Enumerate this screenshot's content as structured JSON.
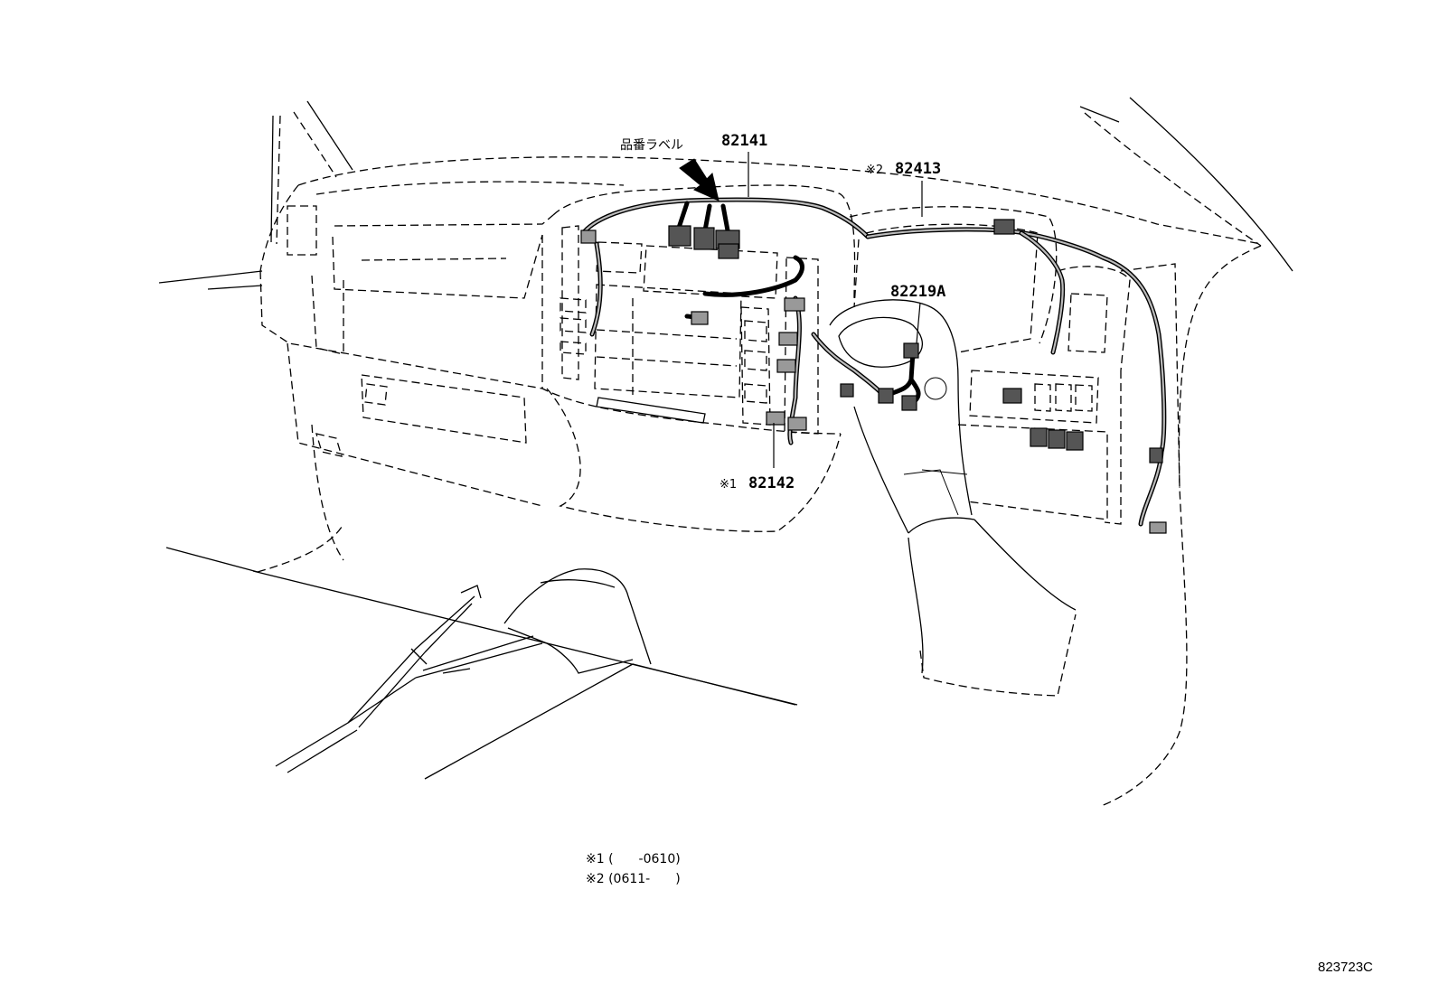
{
  "callouts": {
    "part_label_jp": "品番ラベル",
    "main_harness": "82141",
    "sub_harness_note": "※1",
    "sub_harness": "82142",
    "upper_harness_note": "※2",
    "upper_harness": "82413",
    "column_harness": "82219A"
  },
  "footnotes": {
    "note1": "※1 (　　-0610)",
    "note2": "※2 (0611-　　)"
  },
  "figure_ref": "823723C",
  "icons": {
    "label_arrow": "pointer-arrow-icon",
    "connector": "connector-icon"
  },
  "colors": {
    "line": "#000000",
    "connector_fill": "#555555",
    "background": "#ffffff"
  }
}
